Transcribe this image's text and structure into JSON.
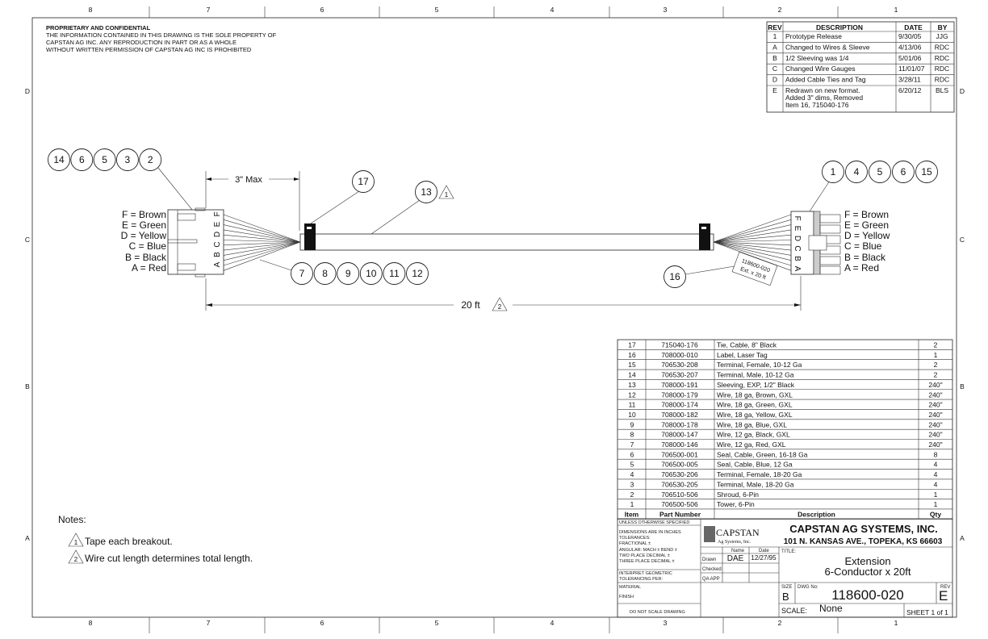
{
  "zones": {
    "columns": [
      "8",
      "7",
      "6",
      "5",
      "4",
      "3",
      "2",
      "1"
    ],
    "rows": [
      "D",
      "C",
      "B",
      "A"
    ]
  },
  "proprietary": {
    "title": "PROPRIETARY AND CONFIDENTIAL",
    "lines": [
      "THE INFORMATION CONTAINED IN THIS DRAWING IS THE SOLE PROPERTY OF",
      "CAPSTAN AG INC. ANY REPRODUCTION IN PART OR AS A WHOLE",
      "WITHOUT WRITTEN PERMISSION OF CAPSTAN AG INC IS PROHIBITED"
    ]
  },
  "revisions": {
    "headers": [
      "REV",
      "DESCRIPTION",
      "DATE",
      "BY"
    ],
    "rows": [
      {
        "rev": "1",
        "desc": [
          "Prototype Release"
        ],
        "date": "9/30/05",
        "by": "JJG"
      },
      {
        "rev": "A",
        "desc": [
          "Changed to Wires & Sleeve"
        ],
        "date": "4/13/06",
        "by": "RDC"
      },
      {
        "rev": "B",
        "desc": [
          "1/2 Sleeving was 1/4"
        ],
        "date": "5/01/06",
        "by": "RDC"
      },
      {
        "rev": "C",
        "desc": [
          "Changed Wire Gauges"
        ],
        "date": "11/01/07",
        "by": "RDC"
      },
      {
        "rev": "D",
        "desc": [
          "Added Cable Ties and Tag"
        ],
        "date": "3/28/11",
        "by": "RDC"
      },
      {
        "rev": "E",
        "desc": [
          "Redrawn on new format.",
          "Added 3\" dims, Removed",
          "Item 16, 715040-176"
        ],
        "date": "6/20/12",
        "by": "BLS"
      }
    ]
  },
  "drawing": {
    "left_balloons": [
      "14",
      "6",
      "5",
      "3",
      "2"
    ],
    "right_balloons": [
      "1",
      "4",
      "5",
      "6",
      "15"
    ],
    "wire_balloons": [
      "7",
      "8",
      "9",
      "10",
      "11",
      "12"
    ],
    "tie_balloon": "17",
    "sleeve_balloon": "13",
    "sleeve_note": "1",
    "tag_balloon": "16",
    "tag_text": [
      "118600-020",
      "Ext. x 20 ft"
    ],
    "dim_3in": "3\" Max",
    "dim_total": "20 ft",
    "dim_total_note": "2",
    "pin_letters": [
      "A",
      "B",
      "C",
      "D",
      "E",
      "F"
    ],
    "legend": [
      "F = Brown",
      "E = Green",
      "D = Yellow",
      "C = Blue",
      "B = Black",
      "A = Red"
    ]
  },
  "notes": {
    "title": "Notes:",
    "items": [
      {
        "num": "1",
        "text": "Tape each breakout."
      },
      {
        "num": "2",
        "text": "Wire cut length determines total length."
      }
    ]
  },
  "bom": {
    "headers": [
      "Item",
      "Part Number",
      "Description",
      "Qty"
    ],
    "rows": [
      [
        "17",
        "715040-176",
        "Tie, Cable, 8\" Black",
        "2"
      ],
      [
        "16",
        "708000-010",
        "Label, Laser Tag",
        "1"
      ],
      [
        "15",
        "706530-208",
        "Terminal, Female, 10-12 Ga",
        "2"
      ],
      [
        "14",
        "706530-207",
        "Terminal, Male, 10-12 Ga",
        "2"
      ],
      [
        "13",
        "708000-191",
        "Sleeving, EXP, 1/2\" Black",
        "240\""
      ],
      [
        "12",
        "708000-179",
        "Wire, 18 ga, Brown, GXL",
        "240\""
      ],
      [
        "11",
        "708000-174",
        "Wire, 18 ga, Green, GXL",
        "240\""
      ],
      [
        "10",
        "708000-182",
        "Wire, 18 ga, Yellow, GXL",
        "240\""
      ],
      [
        "9",
        "708000-178",
        "Wire, 18 ga, Blue, GXL",
        "240\""
      ],
      [
        "8",
        "708000-147",
        "Wire, 12 ga, Black, GXL",
        "240\""
      ],
      [
        "7",
        "708000-146",
        "Wire, 12 ga, Red, GXL",
        "240\""
      ],
      [
        "6",
        "706500-001",
        "Seal, Cable, Green, 16-18 Ga",
        "8"
      ],
      [
        "5",
        "706500-005",
        "Seal, Cable, Blue, 12 Ga",
        "4"
      ],
      [
        "4",
        "706530-206",
        "Terminal, Female, 18-20 Ga",
        "4"
      ],
      [
        "3",
        "706530-205",
        "Terminal, Male, 18-20 Ga",
        "4"
      ],
      [
        "2",
        "706510-506",
        "Shroud, 6-Pin",
        "1"
      ],
      [
        "1",
        "706500-506",
        "Tower, 6-Pin",
        "1"
      ]
    ]
  },
  "title_block": {
    "tolerances": [
      "UNLESS OTHERWISE SPECIFIED",
      "DIMENSIONS ARE IN INCHES",
      "TOLERANCES:",
      "FRACTIONAL ±",
      "ANGULAR: MACH ±   BEND ±",
      "TWO PLACE DECIMAL   ±",
      "THREE PLACE DECIMAL  ±",
      "INTERPRET GEOMETRIC",
      "TOLERANCING PER:",
      "MATERIAL",
      "FINISH",
      "DO NOT SCALE DRAWING"
    ],
    "logo_name": "CAPSTAN",
    "logo_sub": "Ag Systems, Inc.",
    "company": "CAPSTAN AG SYSTEMS, INC.",
    "address": "101 N. KANSAS AVE., TOPEKA, KS 66603",
    "name_label": "Name",
    "date_label": "Date",
    "drawn_label": "Drawn",
    "checked_label": "Checked",
    "qa_label": "QA APP",
    "drawn_name": "DAE",
    "drawn_date": "12/27/95",
    "title_label": "TITLE:",
    "title_lines": [
      "Extension",
      "6-Conductor x 20ft"
    ],
    "size_label": "SIZE",
    "size": "B",
    "dwg_label": "DWG No:",
    "dwg_no": "118600-020",
    "rev_label": "REV",
    "rev": "E",
    "scale_label": "SCALE:",
    "scale": "None",
    "sheet": "SHEET 1 of 1"
  }
}
